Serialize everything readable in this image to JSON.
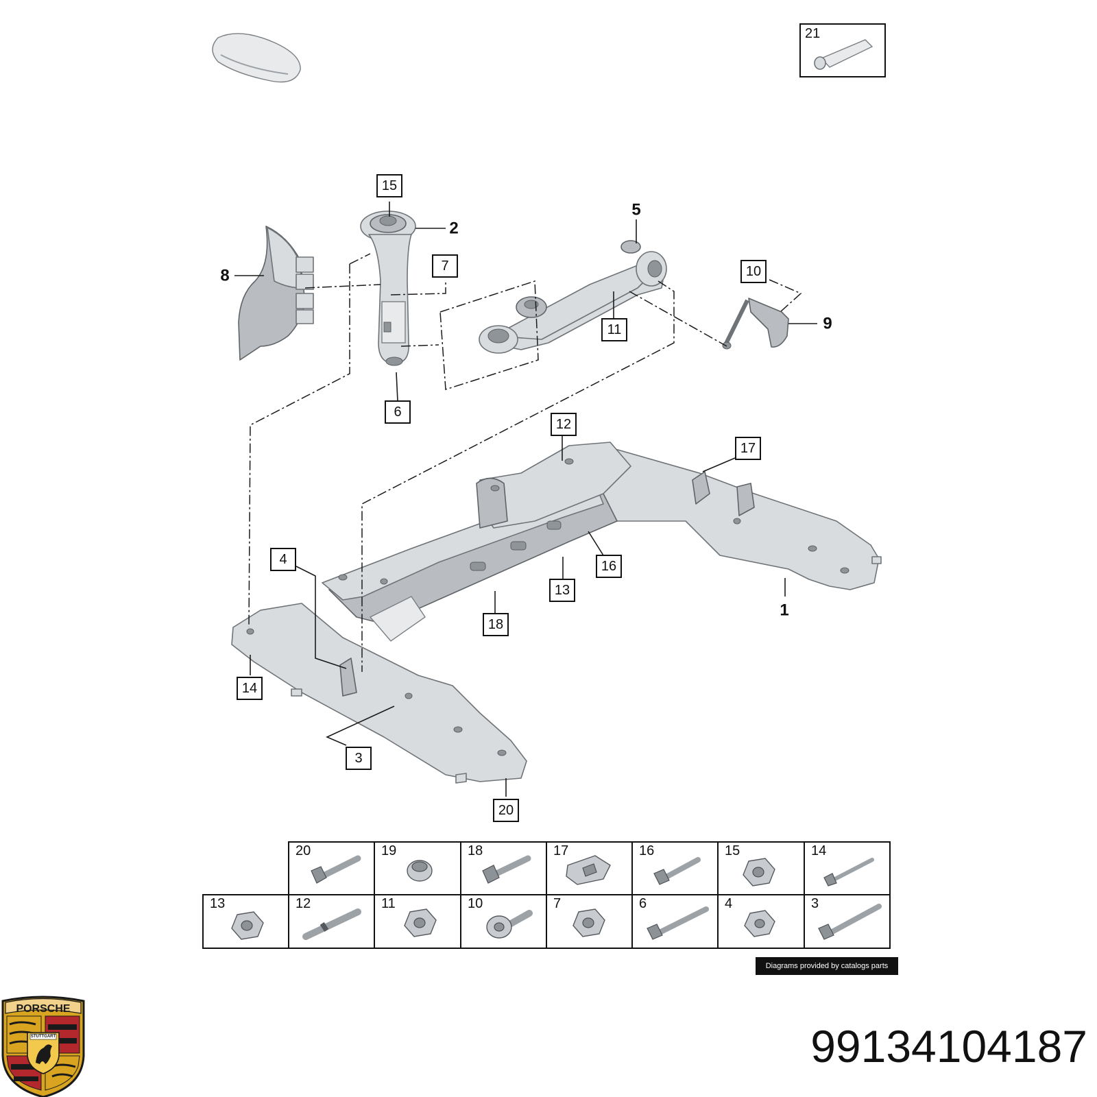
{
  "diagram": {
    "callouts": {
      "c1": "1",
      "c2": "2",
      "c3": "3",
      "c4": "4",
      "c5": "5",
      "c6": "6",
      "c7": "7",
      "c8": "8",
      "c9": "9",
      "c10": "10",
      "c11": "11",
      "c12": "12",
      "c13": "13",
      "c14": "14",
      "c15": "15",
      "c16": "16",
      "c17": "17",
      "c18": "18",
      "c20": "20",
      "c21": "21"
    },
    "hardware_table": {
      "top_row": [
        "20",
        "19",
        "18",
        "17",
        "16",
        "15",
        "14"
      ],
      "bottom_row": [
        "13",
        "12",
        "11",
        "10",
        "7",
        "6",
        "4",
        "3"
      ]
    },
    "credit": "Diagrams provided by catalogs parts",
    "part_number": "99134104187",
    "brand": {
      "name": "PORSCHE",
      "city": "STUTTGART",
      "colors": {
        "gold": "#d9a520",
        "red": "#b3282d",
        "black": "#1a1a1a"
      }
    }
  }
}
